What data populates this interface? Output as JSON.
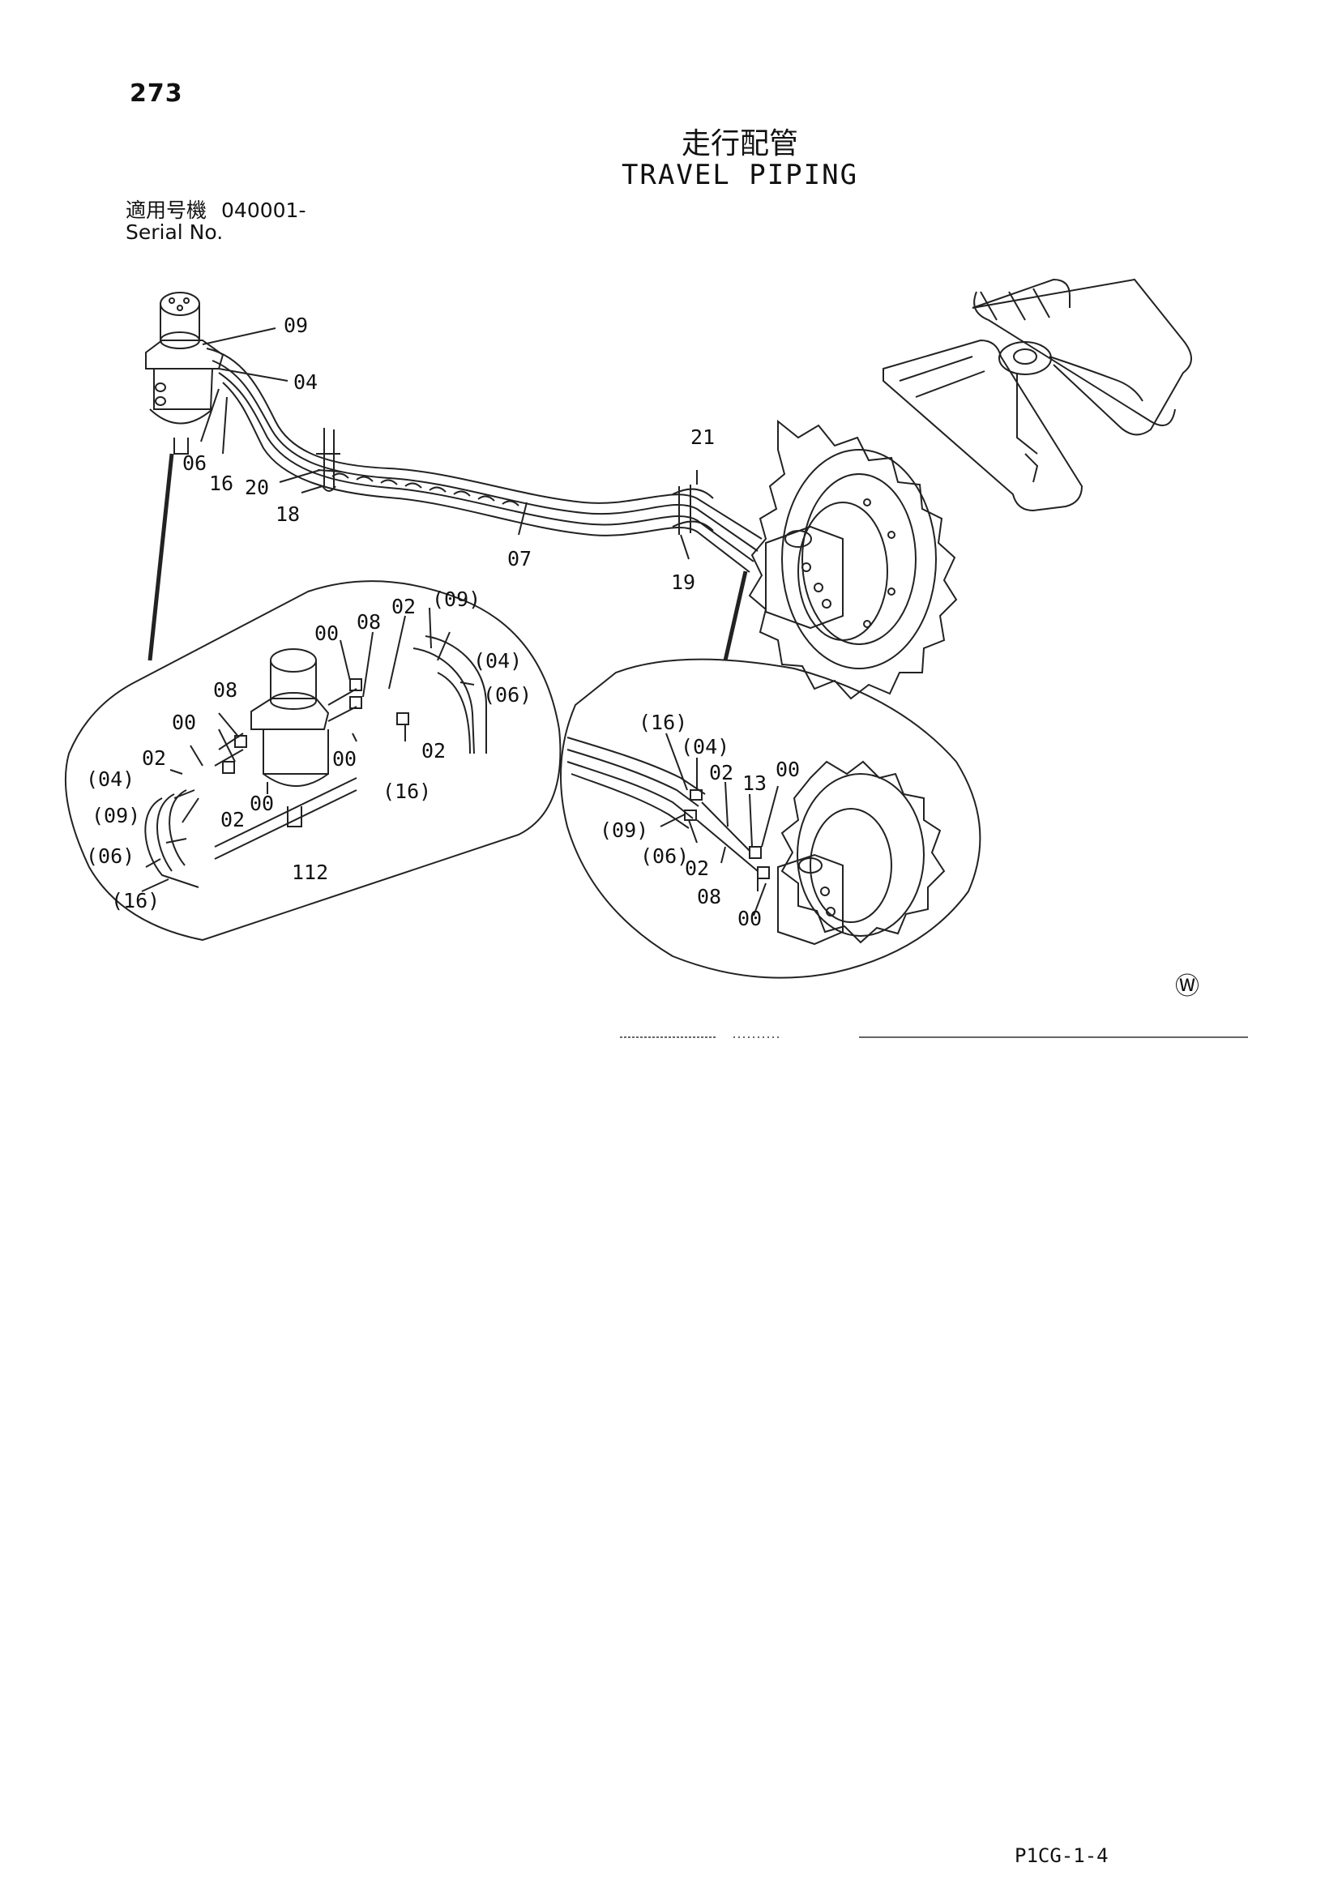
{
  "page_number": "273",
  "title_jp": "走行配管",
  "title_en": "TRAVEL PIPING",
  "serial": {
    "label_jp": "適用号機",
    "label_en": "Serial No.",
    "value": "040001-"
  },
  "footer_code": "P1CG-1-4",
  "marker_symbol": "Ⓦ",
  "callouts_main": [
    "09",
    "04",
    "06",
    "16",
    "20",
    "18",
    "07",
    "21",
    "19"
  ],
  "callouts_left_detail": [
    "00",
    "08",
    "02",
    "(09)",
    "(04)",
    "(06)",
    "08",
    "00",
    "02",
    "(04)",
    "(09)",
    "02",
    "00",
    "00",
    "02",
    "(16)",
    "(06)",
    "(16)",
    "112"
  ],
  "callouts_right_detail": [
    "(16)",
    "(04)",
    "02",
    "13",
    "00",
    "(09)",
    "(06)",
    "02",
    "08",
    "00"
  ]
}
